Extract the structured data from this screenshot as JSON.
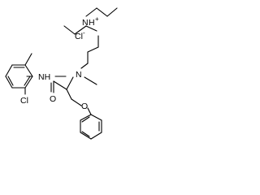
{
  "atoms": {
    "ammonium": "N",
    "ammonium_h": "H",
    "ammonium_charge": "+",
    "chloride": "Cl",
    "chloride_charge": "-",
    "amine_n": "N",
    "amide_nh": "NH",
    "aryl_cl": "Cl",
    "carbonyl_o": "O",
    "ether_o": "O"
  }
}
